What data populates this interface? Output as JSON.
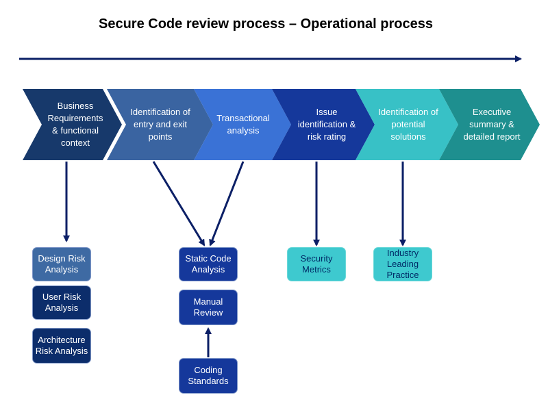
{
  "title": "Secure Code review process – Operational process",
  "colors": {
    "stage_1": "#17396b",
    "stage_2": "#3a64a1",
    "stage_3": "#3a72d6",
    "stage_4": "#15389b",
    "stage_5": "#38c1c6",
    "stage_6": "#1e8f8f",
    "box_dark": "#0c2d6b",
    "box_mid": "#3e6aa3",
    "box_teal": "#3ec9cf",
    "arrow": "#0b1f66"
  },
  "stages": [
    "Business\nRequirements\n& functional\ncontext",
    "Identification of\nentry and exit\npoints",
    "Transactional\nanalysis",
    "Issue\nidentification &\nrisk rating",
    "Identification of\npotential\nsolutions",
    "Executive\nsummary &\ndetailed report"
  ],
  "boxes": {
    "design_risk": "Design Risk\nAnalysis",
    "user_risk": "User Risk\nAnalysis",
    "architecture_risk": "Architecture\nRisk Analysis",
    "static_code": "Static Code\nAnalysis",
    "manual_review": "Manual\nReview",
    "coding_standards": "Coding\nStandards",
    "security_metrics": "Security\nMetrics",
    "industry_practice": "Industry\nLeading\nPractice"
  }
}
